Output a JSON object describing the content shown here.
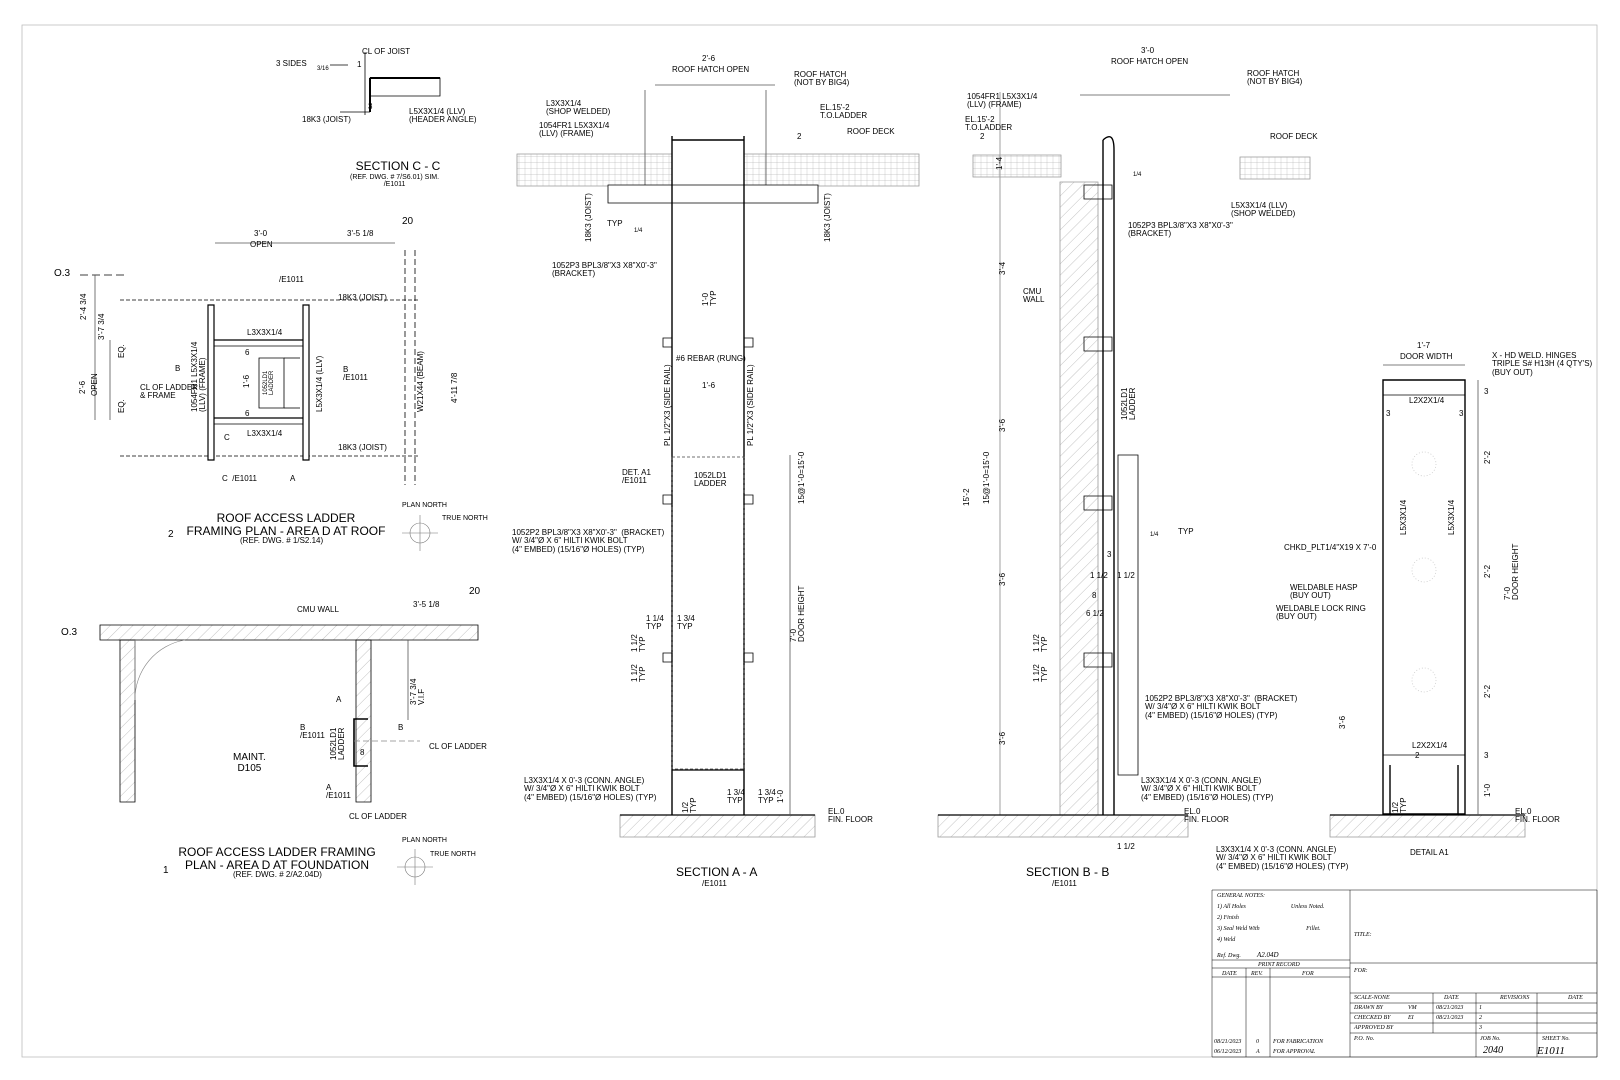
{
  "colors": {
    "ink": "#000000",
    "dim": "#555555",
    "hatch": "#9a9a9a",
    "paper": "#ffffff"
  },
  "labels": {
    "sc_3sides": "3 SIDES",
    "sc_316": "3/16",
    "sc_cl_joist": "CL OF JOIST",
    "sc_18k3": "18K3 (JOIST)",
    "sc_l5": "L5X3X1/4 (LLV)\n(HEADER ANGLE)",
    "sc_3a": "1",
    "sc_3b": "3",
    "sc_title": "SECTION C - C",
    "sc_ref": "(REF. DWG. # 7/S6.01) SIM.\n/E1011",
    "p2_30": "3'-0",
    "p2_open": "OPEN",
    "p2_358": "3'-5 1/8",
    "p2_20": "20",
    "p2_o3": "O.3",
    "p2_e1011a": "/E1011",
    "p2_18k3a": "18K3 (JOIST)",
    "p2_18k3b": "18K3 (JOIST)",
    "p2_l3a": "L3X3X1/4",
    "p2_l3b": "L3X3X1/4",
    "p2_234": "2'-4 3/4",
    "p2_378": "3'-7 3/4",
    "p2_26": "2'-6",
    "p2_open2": "OPEN",
    "p2_eq1": "EQ.",
    "p2_eq2": "EQ.",
    "p2_b1": "B",
    "p2_clladder": "CL OF LADDER\n& FRAME",
    "p2_1054": "1054FR1 L5X3X1/4\n(LLV) (FRAME)",
    "p2_1052": "1052LD1\nLADDER",
    "p2_16": "1'-6",
    "p2_6a": "6",
    "p2_6b": "6",
    "p2_l5llv": "L5X3X1/4 (LLV)",
    "p2_b2": "B\n/E1011",
    "p2_w21": "W21X44 (BEAM)",
    "p2_4118": "4'-11 7/8",
    "p2_c": "C",
    "p2_c2": "C  /E1011",
    "p2_a": "A",
    "p2_num": "2",
    "p2_title": "ROOF ACCESS LADDER\nFRAMING PLAN - AREA D AT ROOF",
    "p2_ref": "(REF. DWG. # 1/S2.14)",
    "p2_plannorth": "PLAN NORTH",
    "p2_truenorth": "TRUE NORTH",
    "p1_cmu": "CMU WALL",
    "p1_358": "3'-5 1/8",
    "p1_20": "20",
    "p1_o3": "O.3",
    "p1_maint": "MAINT.\nD105",
    "p1_a1": "A",
    "p1_b": "B\n/E1011",
    "p1_ladder": "1052LD1\nLADDER",
    "p1_b2": "B",
    "p1_clladder": "CL OF LADDER",
    "p1_8": "8",
    "p1_a2": "A\n/E1011",
    "p1_clladder2": "CL OF LADDER",
    "p1_374": "3'-7 3/4\nV.I.F",
    "p1_num": "1",
    "p1_title": "ROOF ACCESS LADDER FRAMING\nPLAN - AREA D AT FOUNDATION",
    "p1_ref": "(REF. DWG. # 2/A2.04D)",
    "p1_plannorth": "PLAN NORTH",
    "p1_truenorth": "TRUE NORTH",
    "sa_26": "2'-6",
    "sa_hatch": "ROOF HATCH OPEN",
    "sa_roofhatch": "ROOF HATCH\n(NOT BY BIG4)",
    "sa_el": "EL.15'-2\nT.O.LADDER",
    "sa_l3": "L3X3X1/4\n(SHOP WELDED)",
    "sa_1054": "1054FR1 L5X3X1/4\n(LLV) (FRAME)",
    "sa_2": "2",
    "sa_roofdeck": "ROOF DECK",
    "sa_18k3l": "18K3 (JOIST)",
    "sa_18k3r": "18K3 (JOIST)",
    "sa_typ": "TYP",
    "sa_14": "1/4",
    "sa_1052p3": "1052P3 BPL3/8\"X3 X8\"X0'-3\"\n(BRACKET)",
    "sa_10typ": "1'-0\nTYP",
    "sa_rung": "#6 REBAR (RUNG)",
    "sa_16": "1'-6",
    "sa_pl1": "PL 1/2\"X3 (SIDE RAIL)",
    "sa_pl2": "PL 1/2\"X3 (SIDE RAIL)",
    "sa_det": "DET. A1\n/E1011",
    "sa_ladder": "1052LD1\nLADDER",
    "sa_15": "15@1'-0=15'-0",
    "sa_1052p2": "1052P2 BPL3/8\"X3 X8\"X0'-3\"  (BRACKET)\nW/ 3/4\"Ø X 6\" HILTI KWIK BOLT\n(4\" EMBED) (15/16\"Ø HOLES) (TYP)",
    "sa_114": "1 1/4\nTYP",
    "sa_134": "1 3/4\nTYP",
    "sa_112a": "1 1/2\nTYP",
    "sa_112b": "1 1/2\nTYP",
    "sa_70": "7'-0\nDOOR HEIGHT",
    "sa_conn": "L3X3X1/4 X 0'-3 (CONN. ANGLE)\nW/ 3/4\"Ø X 6\" HILTI KWIK BOLT\n(4\" EMBED) (15/16\"Ø HOLES) (TYP)",
    "sa_12typ": "1/2\nTYP",
    "sa_134b": "1 3/4\nTYP",
    "sa_134c": "1 3/4\nTYP",
    "sa_10": "1'-0",
    "sa_el0": "EL.0\nFIN. FLOOR",
    "sa_title": "SECTION A - A",
    "sa_ref": "/E1011",
    "sb_30": "3'-0",
    "sb_hatch": "ROOF HATCH OPEN",
    "sb_roofhatch": "ROOF HATCH\n(NOT BY BIG4)",
    "sb_1054": "1054FR1 L5X3X1/4\n(LLV) (FRAME)",
    "sb_el": "EL.15'-2\nT.O.LADDER",
    "sb_2": "2",
    "sb_roofdeck": "ROOF DECK",
    "sb_14a": "1'-4",
    "sb_14b": "1/4",
    "sb_l5": "L5X3X1/4 (LLV)\n(SHOP WELDED)",
    "sb_1052p3": "1052P3 BPL3/8\"X3 X8\"X0'-3\"\n(BRACKET)",
    "sb_cmu": "CMU\nWALL",
    "sb_34": "3'-4",
    "sb_ladder": "1052LD1\nLADDER",
    "sb_36a": "3'-6",
    "sb_152": "15'-2",
    "sb_15": "15@1'-0=15'-0",
    "sb_typ": "TYP",
    "sb_14c": "1/4",
    "sb_3": "3",
    "sb_112a": "1 1/2",
    "sb_112b": "1 1/2",
    "sb_8": "8",
    "sb_612": "6 1/2",
    "sb_36b": "3'-6",
    "sb_112typa": "1 1/2\nTYP",
    "sb_112typb": "1 1/2\nTYP",
    "sb_1052p2": "1052P2 BPL3/8\"X3 X8\"X0'-3\"  (BRACKET)\nW/ 3/4\"Ø X 6\" HILTI KWIK BOLT\n(4\" EMBED) (15/16\"Ø HOLES) (TYP)",
    "sb_36c": "3'-6",
    "sb_conn": "L3X3X1/4 X 0'-3 (CONN. ANGLE)\nW/ 3/4\"Ø X 6\" HILTI KWIK BOLT\n(4\" EMBED) (15/16\"Ø HOLES) (TYP)",
    "sb_el0": "EL.0\nFIN. FLOOR",
    "sb_112c": "1 1/2",
    "sb_title": "SECTION B - B",
    "sb_ref": "/E1011",
    "d_17": "1'-7",
    "d_doorwidth": "DOOR WIDTH",
    "d_hinges": "X - HD WELD. HINGES\nTRIPLE S# H13H (4 QTY'S)\n(BUY OUT)",
    "d_l2a": "L2X2X1/4",
    "d_3a": "3",
    "d_3b": "3",
    "d_3c": "3",
    "d_22a": "2'-2",
    "d_l5a": "L5X3X1/4",
    "d_l5b": "L5X3X1/4",
    "d_chkd": "CHKD_PLT1/4\"X19 X 7'-0",
    "d_22b": "2'-2",
    "d_70": "7'-0\nDOOR HEIGHT",
    "d_hasp": "WELDABLE HASP\n(BUY OUT)",
    "d_lock": "WELDABLE LOCK RING\n(BUY OUT)",
    "d_22c": "2'-2",
    "d_36": "3'-6",
    "d_2": "2",
    "d_l2b": "L2X2X1/4",
    "d_3d": "3",
    "d_10": "1'-0",
    "d_12typ": "1/2\nTYP",
    "d_el0": "EL.0\nFIN. FLOOR",
    "d_conn": "L3X3X1/4 X 0'-3 (CONN. ANGLE)\nW/ 3/4\"Ø X 6\" HILTI KWIK BOLT\n(4\" EMBED) (15/16\"Ø HOLES) (TYP)",
    "d_title": "DETAIL A1"
  },
  "titleblock": {
    "general_notes": "GENERAL NOTES:",
    "note1": "1) All Holes                              Unless Noted.",
    "note2": "2) Finish",
    "note3": "3) Seal Weld With                               Fillet.",
    "note4": "4) Weld",
    "title": "TITLE:",
    "for": "FOR:",
    "ref_dwg": "Ref. Dwg.",
    "ref_dwg_val": "A2.04D",
    "print_record": "PRINT RECORD",
    "pr_date": "DATE",
    "pr_rev": "REV.",
    "pr_for": "FOR",
    "scale": "SCALE-NONE",
    "date": "DATE",
    "revisions": "REVISIONS",
    "rev_date": "DATE",
    "drawn_by": "DRAWN BY",
    "drawn_val": "VM",
    "drawn_date": "08/21/2023",
    "checked_by": "CHECKED BY",
    "checked_val": "EI",
    "checked_date": "08/21/2023",
    "approved_by": "APPROVED BY",
    "rev1": "1",
    "rev2": "2",
    "rev3": "3",
    "po_no": "P.O. No.",
    "job_no": "JOB No.",
    "job_val": "2040",
    "sheet_no": "SHEET No.",
    "sheet_val": "E1011",
    "rec1_date": "08/21/2023",
    "rec1_rev": "0",
    "rec1_for": "FOR FABRICATION",
    "rec2_date": "06/12/2023",
    "rec2_rev": "A",
    "rec2_for": "FOR APPROVAL"
  }
}
